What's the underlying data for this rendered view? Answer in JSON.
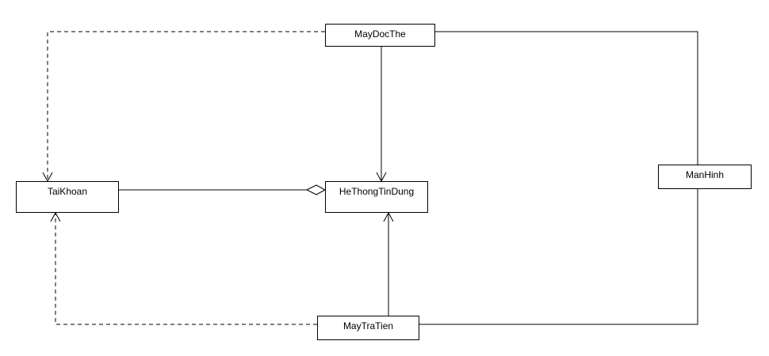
{
  "diagram": {
    "classes": {
      "maydocthe": {
        "name": "MayDocThe"
      },
      "taikhoan": {
        "name": "TaiKhoan"
      },
      "hethongtindung": {
        "name": "HeThongTinDung"
      },
      "manhinh": {
        "name": "ManHinh"
      },
      "maytratien": {
        "name": "MayTraTien"
      }
    },
    "relationships": [
      {
        "from": "MayDocThe",
        "to": "TaiKhoan",
        "type": "dependency"
      },
      {
        "from": "MayDocThe",
        "to": "HeThongTinDung",
        "type": "association"
      },
      {
        "from": "MayDocThe",
        "to": "ManHinh",
        "type": "association"
      },
      {
        "from": "TaiKhoan",
        "to": "HeThongTinDung",
        "type": "aggregation"
      },
      {
        "from": "MayTraTien",
        "to": "HeThongTinDung",
        "type": "association"
      },
      {
        "from": "MayTraTien",
        "to": "TaiKhoan",
        "type": "dependency"
      },
      {
        "from": "MayTraTien",
        "to": "ManHinh",
        "type": "association"
      }
    ],
    "colors": {
      "line": "#000000",
      "box_border": "#000000",
      "background": "#ffffff"
    }
  }
}
